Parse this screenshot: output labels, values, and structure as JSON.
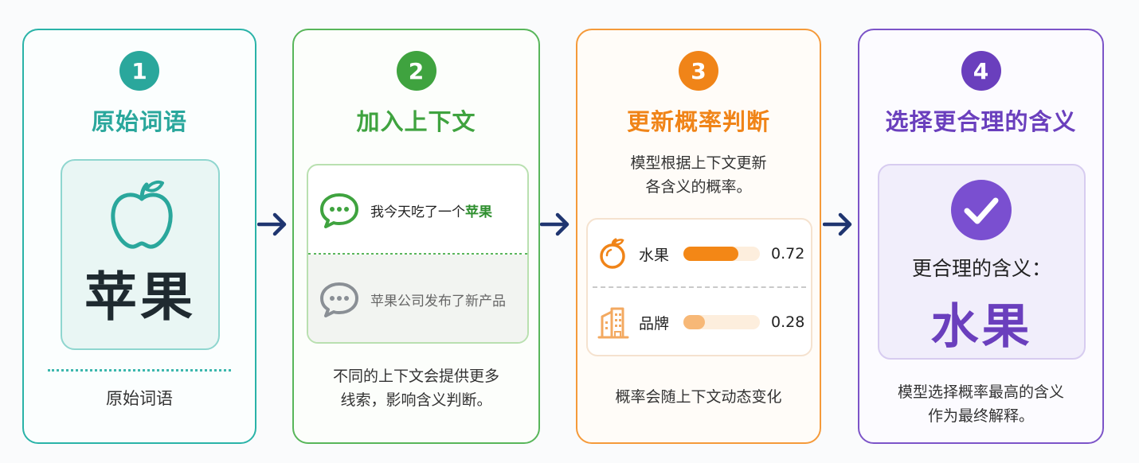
{
  "colors": {
    "teal": "#2aa79c",
    "green": "#3fa33f",
    "orange": "#f08418",
    "purple": "#6a3fbd",
    "arrow": "#1f3570"
  },
  "steps": [
    {
      "number": "1",
      "title": "原始词语",
      "icon": "apple-outline-icon",
      "word": "苹果",
      "caption": "原始词语"
    },
    {
      "number": "2",
      "title": "加入上下文",
      "contexts": [
        {
          "icon": "chat-bubble-icon",
          "text_prefix": "我今天吃了一个",
          "text_highlight": "苹果"
        },
        {
          "icon": "chat-bubble-icon",
          "text": "苹果公司发布了新产品"
        }
      ],
      "caption_line1": "不同的上下文会提供更多",
      "caption_line2": "线索，影响含义判断。"
    },
    {
      "number": "3",
      "title": "更新概率判断",
      "intro_line1": "模型根据上下文更新",
      "intro_line2": "各含义的概率。",
      "probabilities": [
        {
          "icon": "fruit-icon",
          "label": "水果",
          "value": 0.72,
          "value_text": "0.72"
        },
        {
          "icon": "building-icon",
          "label": "品牌",
          "value": 0.28,
          "value_text": "0.28"
        }
      ],
      "caption": "概率会随上下文动态变化"
    },
    {
      "number": "4",
      "title": "选择更合理的含义",
      "icon": "check-circle-icon",
      "result_label": "更合理的含义：",
      "result_word": "水果",
      "caption_line1": "模型选择概率最高的含义",
      "caption_line2": "作为最终解释。"
    }
  ]
}
